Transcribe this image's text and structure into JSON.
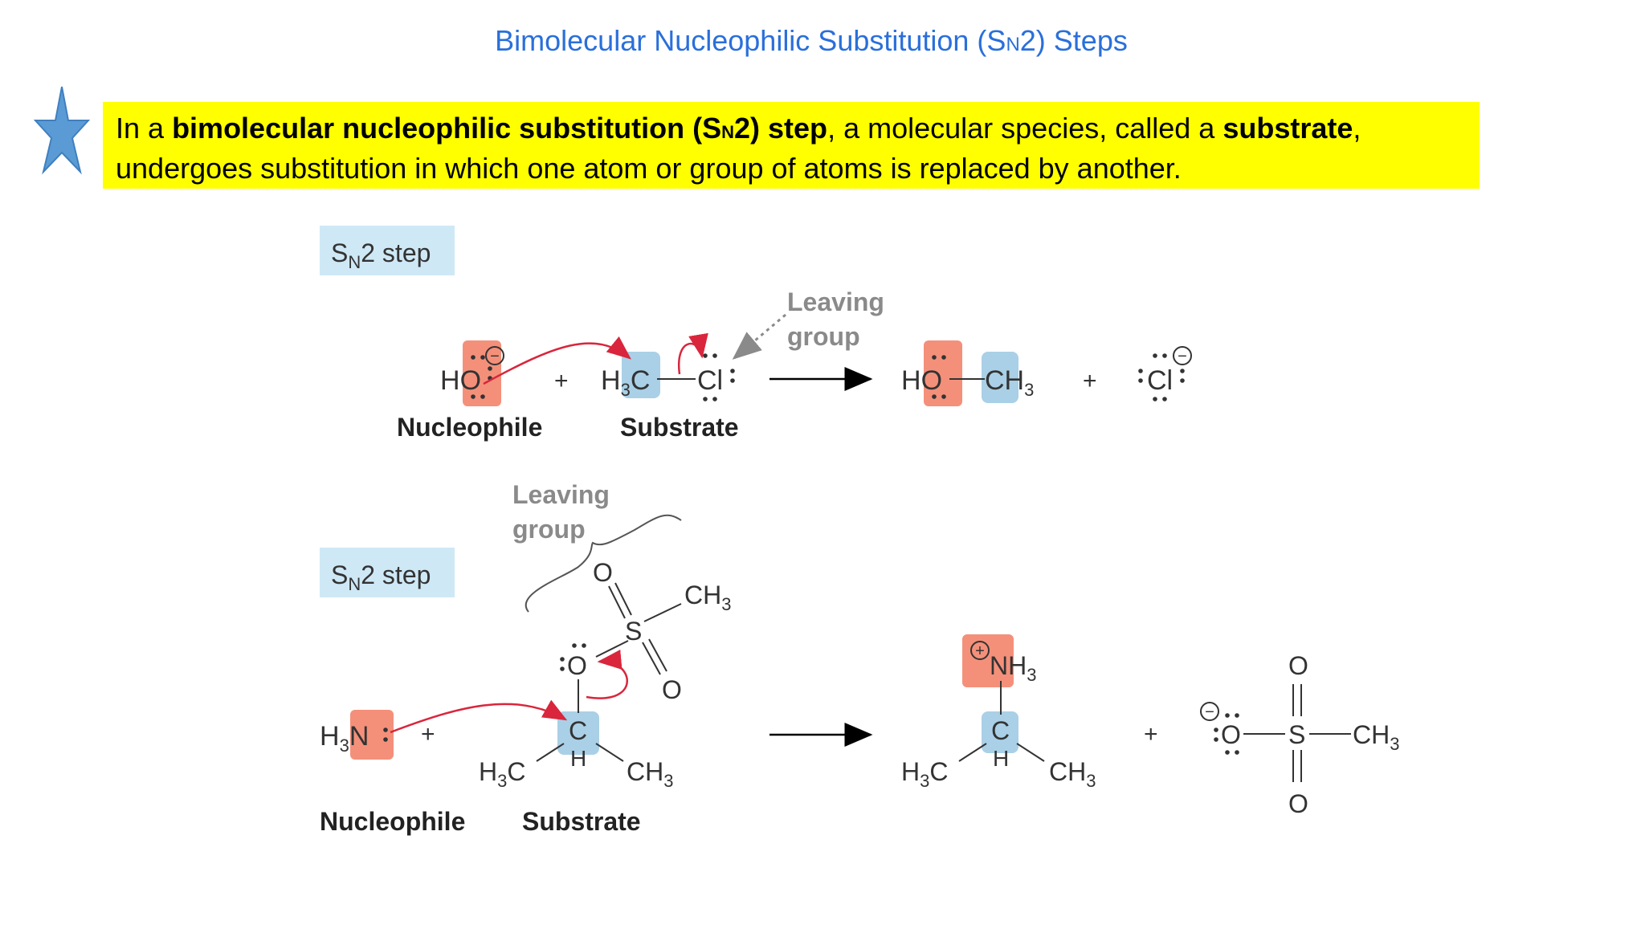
{
  "title": {
    "pre": "Bimolecular Nucleophilic Substitution (S",
    "sub": "N",
    "post": "2) Steps"
  },
  "definition": {
    "t1": "In a ",
    "b1": "bimolecular nucleophilic substitution (S",
    "b1sub": "N",
    "b1post": "2) step",
    "t2": ", a molecular species, called a ",
    "b2": "substrate",
    "t3": ",",
    "line2": "undergoes substitution in which one atom or group of atoms is replaced by another."
  },
  "step_badge": {
    "s": "S",
    "sub": "N",
    "rest": "2 step"
  },
  "reaction1": {
    "leaving_group": [
      "Leaving",
      "group"
    ],
    "nucleophile_label": "Nucleophile",
    "substrate_label": "Substrate",
    "plus": "+",
    "minus": "−",
    "HO_H": "H",
    "HO_O": "O",
    "sub_H": "H",
    "sub_3": "3",
    "sub_C": "C",
    "sub_Cl": "Cl",
    "prod_H": "H",
    "prod_O": "O",
    "prod_CH": "CH",
    "prod_3": "3",
    "chloride": "Cl"
  },
  "reaction2": {
    "leaving_group": [
      "Leaving",
      "group"
    ],
    "nucleophile_label": "Nucleophile",
    "substrate_label": "Substrate",
    "plus": "+",
    "minus": "−",
    "nh3_H": "H",
    "nh3_3": "3",
    "nh3_N": "N",
    "O": "O",
    "S": "S",
    "C": "C",
    "H": "H",
    "CH": "CH",
    "sub3": "3",
    "H3C_H": "H",
    "ammonium_NH": "NH",
    "ammonium_3": "3",
    "ammonium_plus": "+"
  },
  "colors": {
    "title": "#2a6fdb",
    "highlight": "#ffff00",
    "star": "#5b9bd5",
    "nucleophile_box": "#f4907a",
    "substrate_box": "#a9d0e6",
    "badge": "#cfe8f6",
    "arrow": "#d9263c",
    "gray_text": "#8a8a8a"
  }
}
